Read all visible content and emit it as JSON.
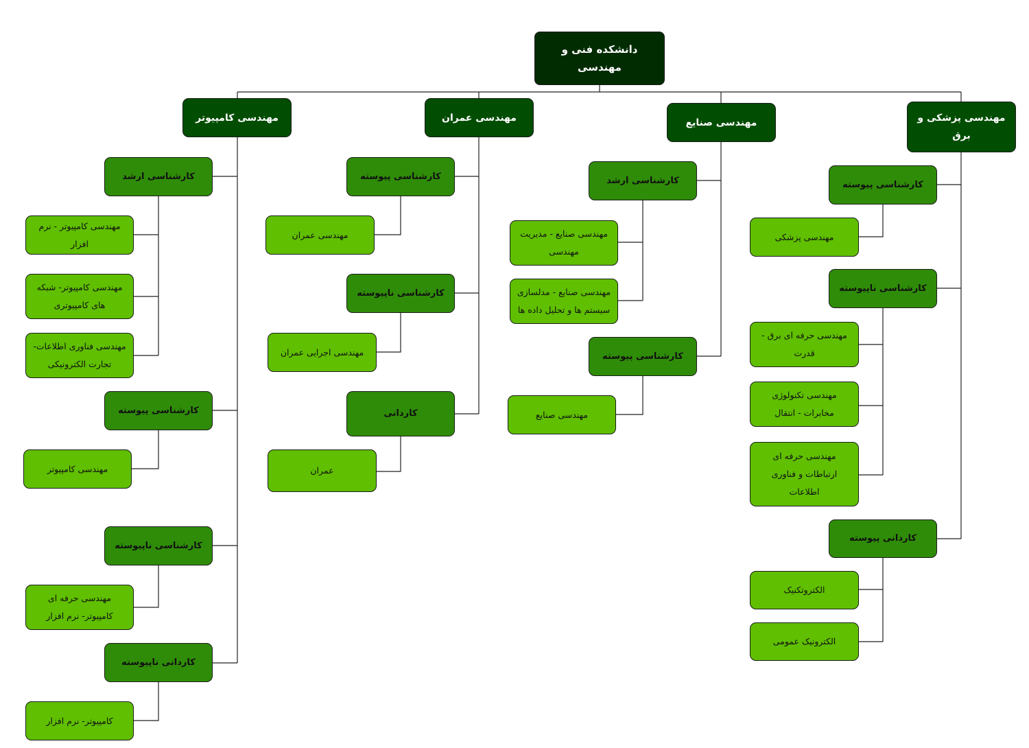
{
  "root": "دانشکده فنی و مهندسی",
  "departments": [
    {
      "name": "مهندسی  کامپیوتر",
      "levels": [
        {
          "name": "کارشناسی ارشد",
          "majors": [
            "مهندسی کامپیوتر - نرم افزار",
            "مهندسی کامپیوتر- شبکه های کامپیوتری",
            "مهندسی فناوری اطلاعات- تجارت الکترونیکی"
          ]
        },
        {
          "name": "کارشناسی پیوسته",
          "majors": [
            "مهندسی کامپیوتر"
          ]
        },
        {
          "name": "کارشناسی ناپیوسته",
          "majors": [
            "مهندسی حرفه ای کامپیوتر- نرم افزار"
          ]
        },
        {
          "name": "کاردانی ناپیوسته",
          "majors": [
            "کامپیوتر- نرم افزار"
          ]
        }
      ]
    },
    {
      "name": "مهندسی عمران",
      "levels": [
        {
          "name": "کارشناسی پیوسته",
          "majors": [
            "مهندسی عمران"
          ]
        },
        {
          "name": "کارشناسی ناپیوسته",
          "majors": [
            "مهندسی اجرایی عمران"
          ]
        },
        {
          "name": "کاردانی",
          "majors": [
            "عمران"
          ]
        }
      ]
    },
    {
      "name": "مهندسی صنایع",
      "levels": [
        {
          "name": "کارشناسی ارشد",
          "majors": [
            "مهندسی صنایع - مدیریت مهندسی",
            "مهندسی صنایع - مدلسازی سیستم ها و تحلیل داده ها"
          ]
        },
        {
          "name": "کارشناسی پیوسته",
          "majors": [
            "مهندسی صنایع"
          ]
        }
      ]
    },
    {
      "name": "مهندسی پزشکی و برق",
      "levels": [
        {
          "name": "کارشناسی پیوسته",
          "majors": [
            "مهندسی پزشکی"
          ]
        },
        {
          "name": "کارشناسی ناپیوسته",
          "majors": [
            "مهندسی حرفه ای برق - قدرت",
            "مهندسی تکنولوژی مخابرات - انتقال",
            "مهندسی حرفه ای ارتباطات و فناوری اطلاعات"
          ]
        },
        {
          "name": "کاردانی پیوسته",
          "majors": [
            "الکتروتکنیک",
            "الکترونیک عمومی"
          ]
        }
      ]
    }
  ],
  "colors": {
    "root": "#012c01",
    "department": "#014d01",
    "level": "#2f8c08",
    "major": "#5fbf00"
  }
}
